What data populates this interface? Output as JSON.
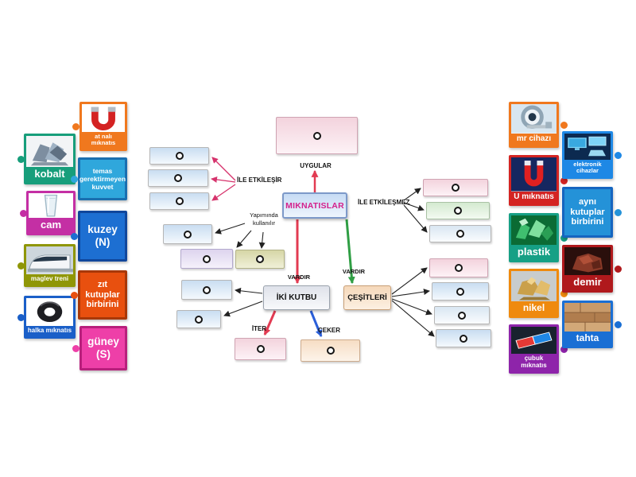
{
  "nodes": {
    "miknatislar": "MIKNATISLAR",
    "iki_kutbu": "İKİ KUTBU",
    "cesitleri": "ÇEŞİTLERİ"
  },
  "labels": {
    "uygular": "UYGULAR",
    "ile_etkilesir": "İLE ETKİLEŞİR",
    "ile_etkilesmez": "İLE ETKİLEŞMEZ",
    "yapiminda_kullanilir": "Yapımında\nkullanılır",
    "vardir_left": "VARDIR",
    "vardir_right": "VARDIR",
    "iter": "İTER",
    "ceker": "ÇEKER"
  },
  "cards": {
    "left_outer": [
      {
        "label": "kobalt",
        "color": "#179e7b",
        "image": "cobalt-mineral"
      },
      {
        "label": "cam",
        "color": "#c42fa4",
        "image": "drinking-glass"
      },
      {
        "label": "maglev treni",
        "color": "#8f9606",
        "image": "maglev-train"
      },
      {
        "label": "halka mıknatıs",
        "color": "#1a5fc8",
        "image": "ring-magnet"
      }
    ],
    "left_inner": [
      {
        "label": "at nalı mıknatıs",
        "color": "#f0781e",
        "image": "horseshoe-magnet"
      },
      {
        "label": "temas gerektirmeyen kuvvet",
        "color": "#2fa7dc"
      },
      {
        "label": "kuzey (N)",
        "color": "#1d6fd2"
      },
      {
        "label": "zıt kutuplar birbirini",
        "color": "#e8500f"
      },
      {
        "label": "güney (S)",
        "color": "#ee3fa8"
      }
    ],
    "right_inner": [
      {
        "label": "mr cihazı",
        "color": "#f0781e",
        "image": "mri-scanner"
      },
      {
        "label": "U mıknatıs",
        "color": "#d42422",
        "image": "u-magnet"
      },
      {
        "label": "plastik",
        "color": "#16a085",
        "image": "plastic-pieces"
      },
      {
        "label": "nikel",
        "color": "#ef8a0e",
        "image": "nickel-mineral"
      },
      {
        "label": "çubuk mıknatıs",
        "color": "#8e24aa",
        "image": "bar-magnet"
      }
    ],
    "right_outer": [
      {
        "label": "elektronik cihazlar",
        "color": "#1e88e5",
        "image": "electronic-devices"
      },
      {
        "label": "aynı kutuplar birbirini",
        "color": "#2492d8"
      },
      {
        "label": "demir",
        "color": "#b0191c",
        "image": "iron-mineral"
      },
      {
        "label": "tahta",
        "color": "#1a6fd4",
        "image": "wood-planks"
      }
    ]
  },
  "colors": {
    "arrow_red": "#e23b52",
    "arrow_green": "#2f9e44",
    "arrow_blue": "#2b5fd9",
    "arrow_pink": "#d6336c",
    "arrow_black": "#222222",
    "node_text_magenta": "#d4218c"
  }
}
